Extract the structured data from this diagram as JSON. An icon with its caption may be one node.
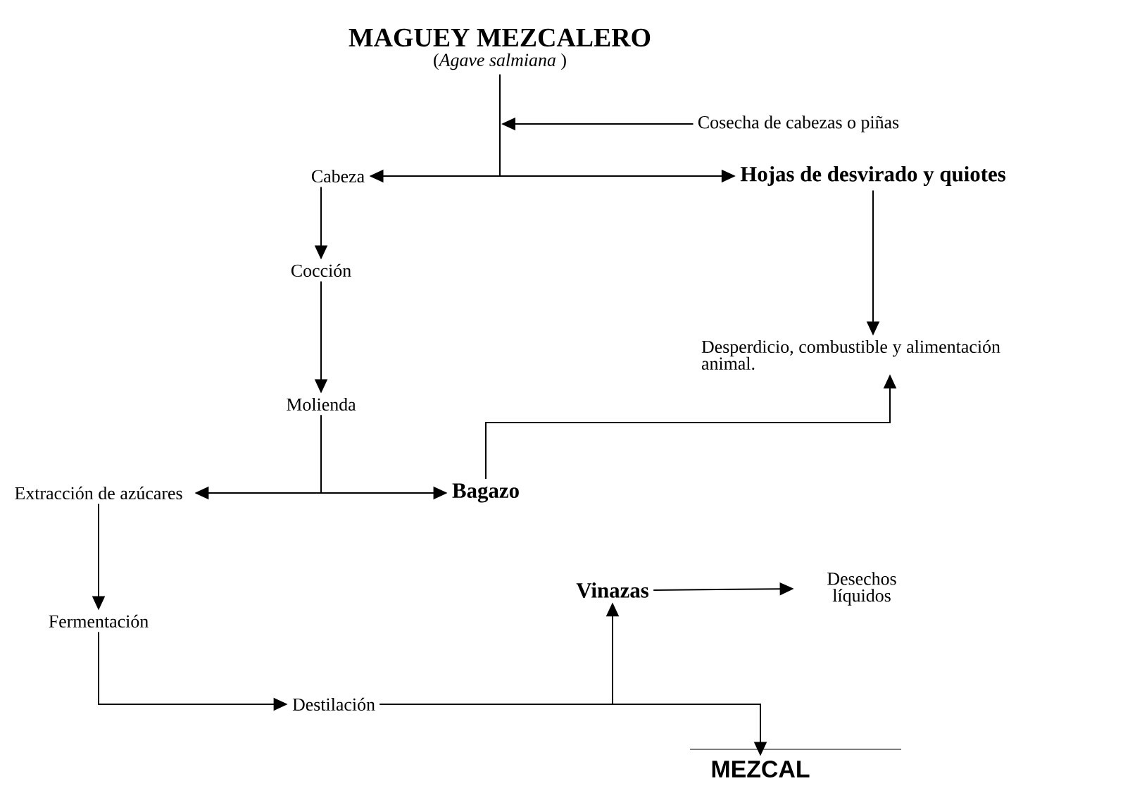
{
  "diagram": {
    "nodes": [
      {
        "text": [
          "MAGUEY MEZCALERO",
          "(*Agave salmiana* )"
        ]
      },
      {
        "text": [
          "Cosecha de cabezas o piñas"
        ]
      },
      {
        "text": [
          "Cabeza"
        ]
      },
      {
        "text": [
          "Hojas de desvirado y  quiotes"
        ]
      },
      {
        "text": [
          "Cocción"
        ]
      },
      {
        "text": [
          "Desperdicio, combustible y alimentación animal."
        ]
      },
      {
        "text": [
          "Molienda"
        ]
      },
      {
        "text": [
          "Extracción de azúcares"
        ]
      },
      {
        "text": [
          "Bagazo"
        ]
      },
      {
        "text": [
          "Vinazas"
        ]
      },
      {
        "text": [
          "Desechos líquidos"
        ]
      },
      {
        "text": [
          "Fermentación"
        ]
      },
      {
        "text": [
          "Destilación"
        ]
      },
      {
        "text": [
          "MEZCAL"
        ]
      }
    ],
    "edges": [
      {
        "from": 1,
        "to": null,
        "arrow": "to"
      },
      {
        "from": 0,
        "to": 2,
        "arrow": "to"
      },
      {
        "from": 0,
        "to": 3,
        "arrow": "to"
      },
      {
        "from": 2,
        "to": 4,
        "arrow": "to"
      },
      {
        "from": 3,
        "to": 5,
        "arrow": "to"
      },
      {
        "from": 4,
        "to": 6,
        "arrow": "to"
      },
      {
        "from": 6,
        "to": 7,
        "arrow": "to"
      },
      {
        "from": 6,
        "to": 8,
        "arrow": "to"
      },
      {
        "from": 8,
        "to": 5,
        "arrow": "to"
      },
      {
        "from": 7,
        "to": 11,
        "arrow": "to"
      },
      {
        "from": 11,
        "to": 12,
        "arrow": "to"
      },
      {
        "from": 12,
        "to": 9,
        "arrow": "to"
      },
      {
        "from": 12,
        "to": 13,
        "arrow": "to"
      },
      {
        "from": 9,
        "to": 10,
        "arrow": "to"
      }
    ]
  }
}
